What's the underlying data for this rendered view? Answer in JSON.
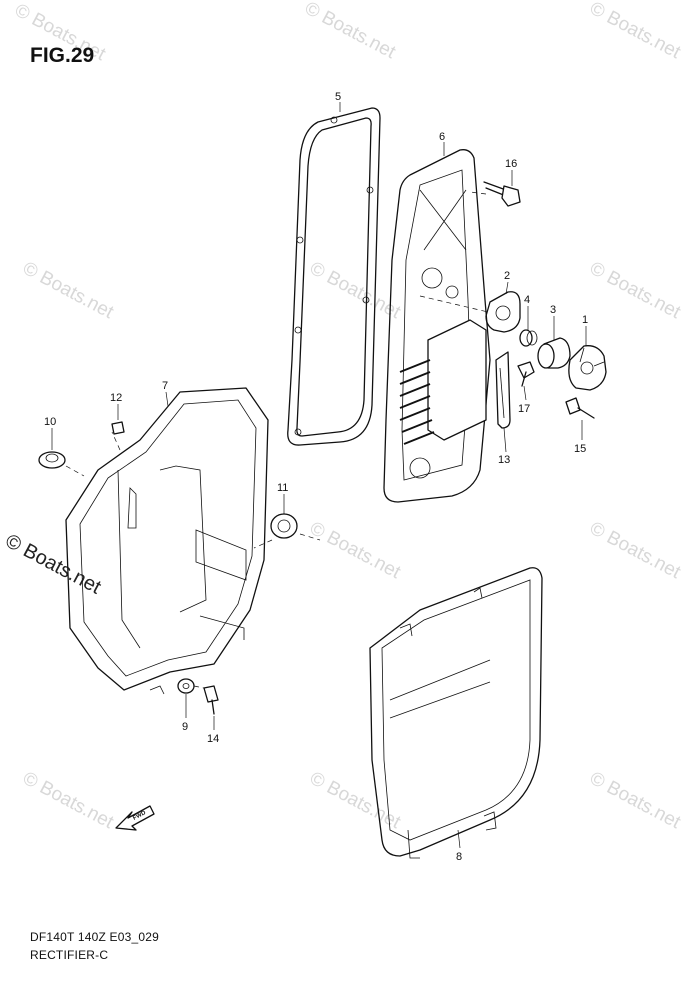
{
  "figure": {
    "title": "FIG.29",
    "caption_line1": "DF140T 140Z E03_029",
    "caption_line2": "RECTIFIER-C"
  },
  "watermark": {
    "text": "© Boats.net",
    "color": "#d8d8d8"
  },
  "fwd_arrow_label": "FWD",
  "callouts": [
    "1",
    "2",
    "3",
    "4",
    "5",
    "6",
    "7",
    "8",
    "9",
    "10",
    "11",
    "12",
    "13",
    "14",
    "15",
    "16",
    "17"
  ]
}
